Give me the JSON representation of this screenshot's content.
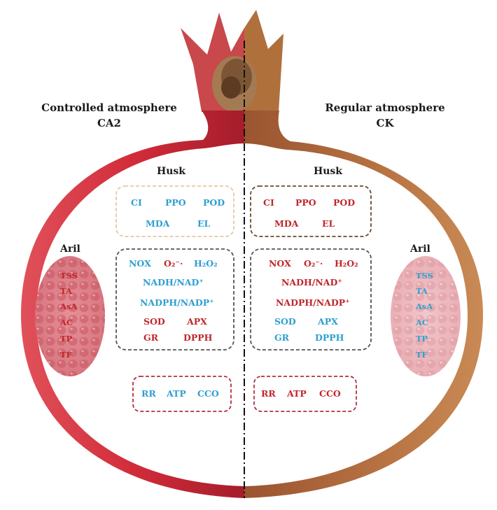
{
  "left": {
    "title_line1": "Controlled atmosphere",
    "title_line2": "CA2",
    "husk_label": "Husk",
    "aril_label": "Aril",
    "husk_box": [
      "CI",
      "PPO",
      "POD",
      "MDA",
      "EL"
    ],
    "redox_box": [
      "NOX",
      "O₂⁻·",
      "H₂O₂",
      "NADH/NAD⁺",
      "NADPH/NADP⁺",
      "SOD",
      "APX",
      "GR",
      "DPPH"
    ],
    "energy_box": [
      "RR",
      "ATP",
      "CCO"
    ],
    "aril_items": [
      "TSS",
      "TA",
      "AsA",
      "AC",
      "TP",
      "TF"
    ]
  },
  "right": {
    "title_line1": "Regular atmosphere",
    "title_line2": "CK",
    "husk_label": "Husk",
    "aril_label": "Aril",
    "husk_box": [
      "CI",
      "PPO",
      "POD",
      "MDA",
      "EL"
    ],
    "redox_box": [
      "NOX",
      "O₂⁻·",
      "H₂O₂",
      "NADH/NAD⁺",
      "NADPH/NADP⁺",
      "SOD",
      "APX",
      "GR",
      "DPPH"
    ],
    "energy_box": [
      "RR",
      "ATP",
      "CCO"
    ],
    "aril_items": [
      "TSS",
      "TA",
      "AsA",
      "AC",
      "TP",
      "TF"
    ]
  },
  "colors": {
    "increase_red": "#c0262b",
    "decrease_blue": "#2e9fd0",
    "ca2_peel": "#d9323e",
    "ck_peel": "#b06a3a"
  }
}
